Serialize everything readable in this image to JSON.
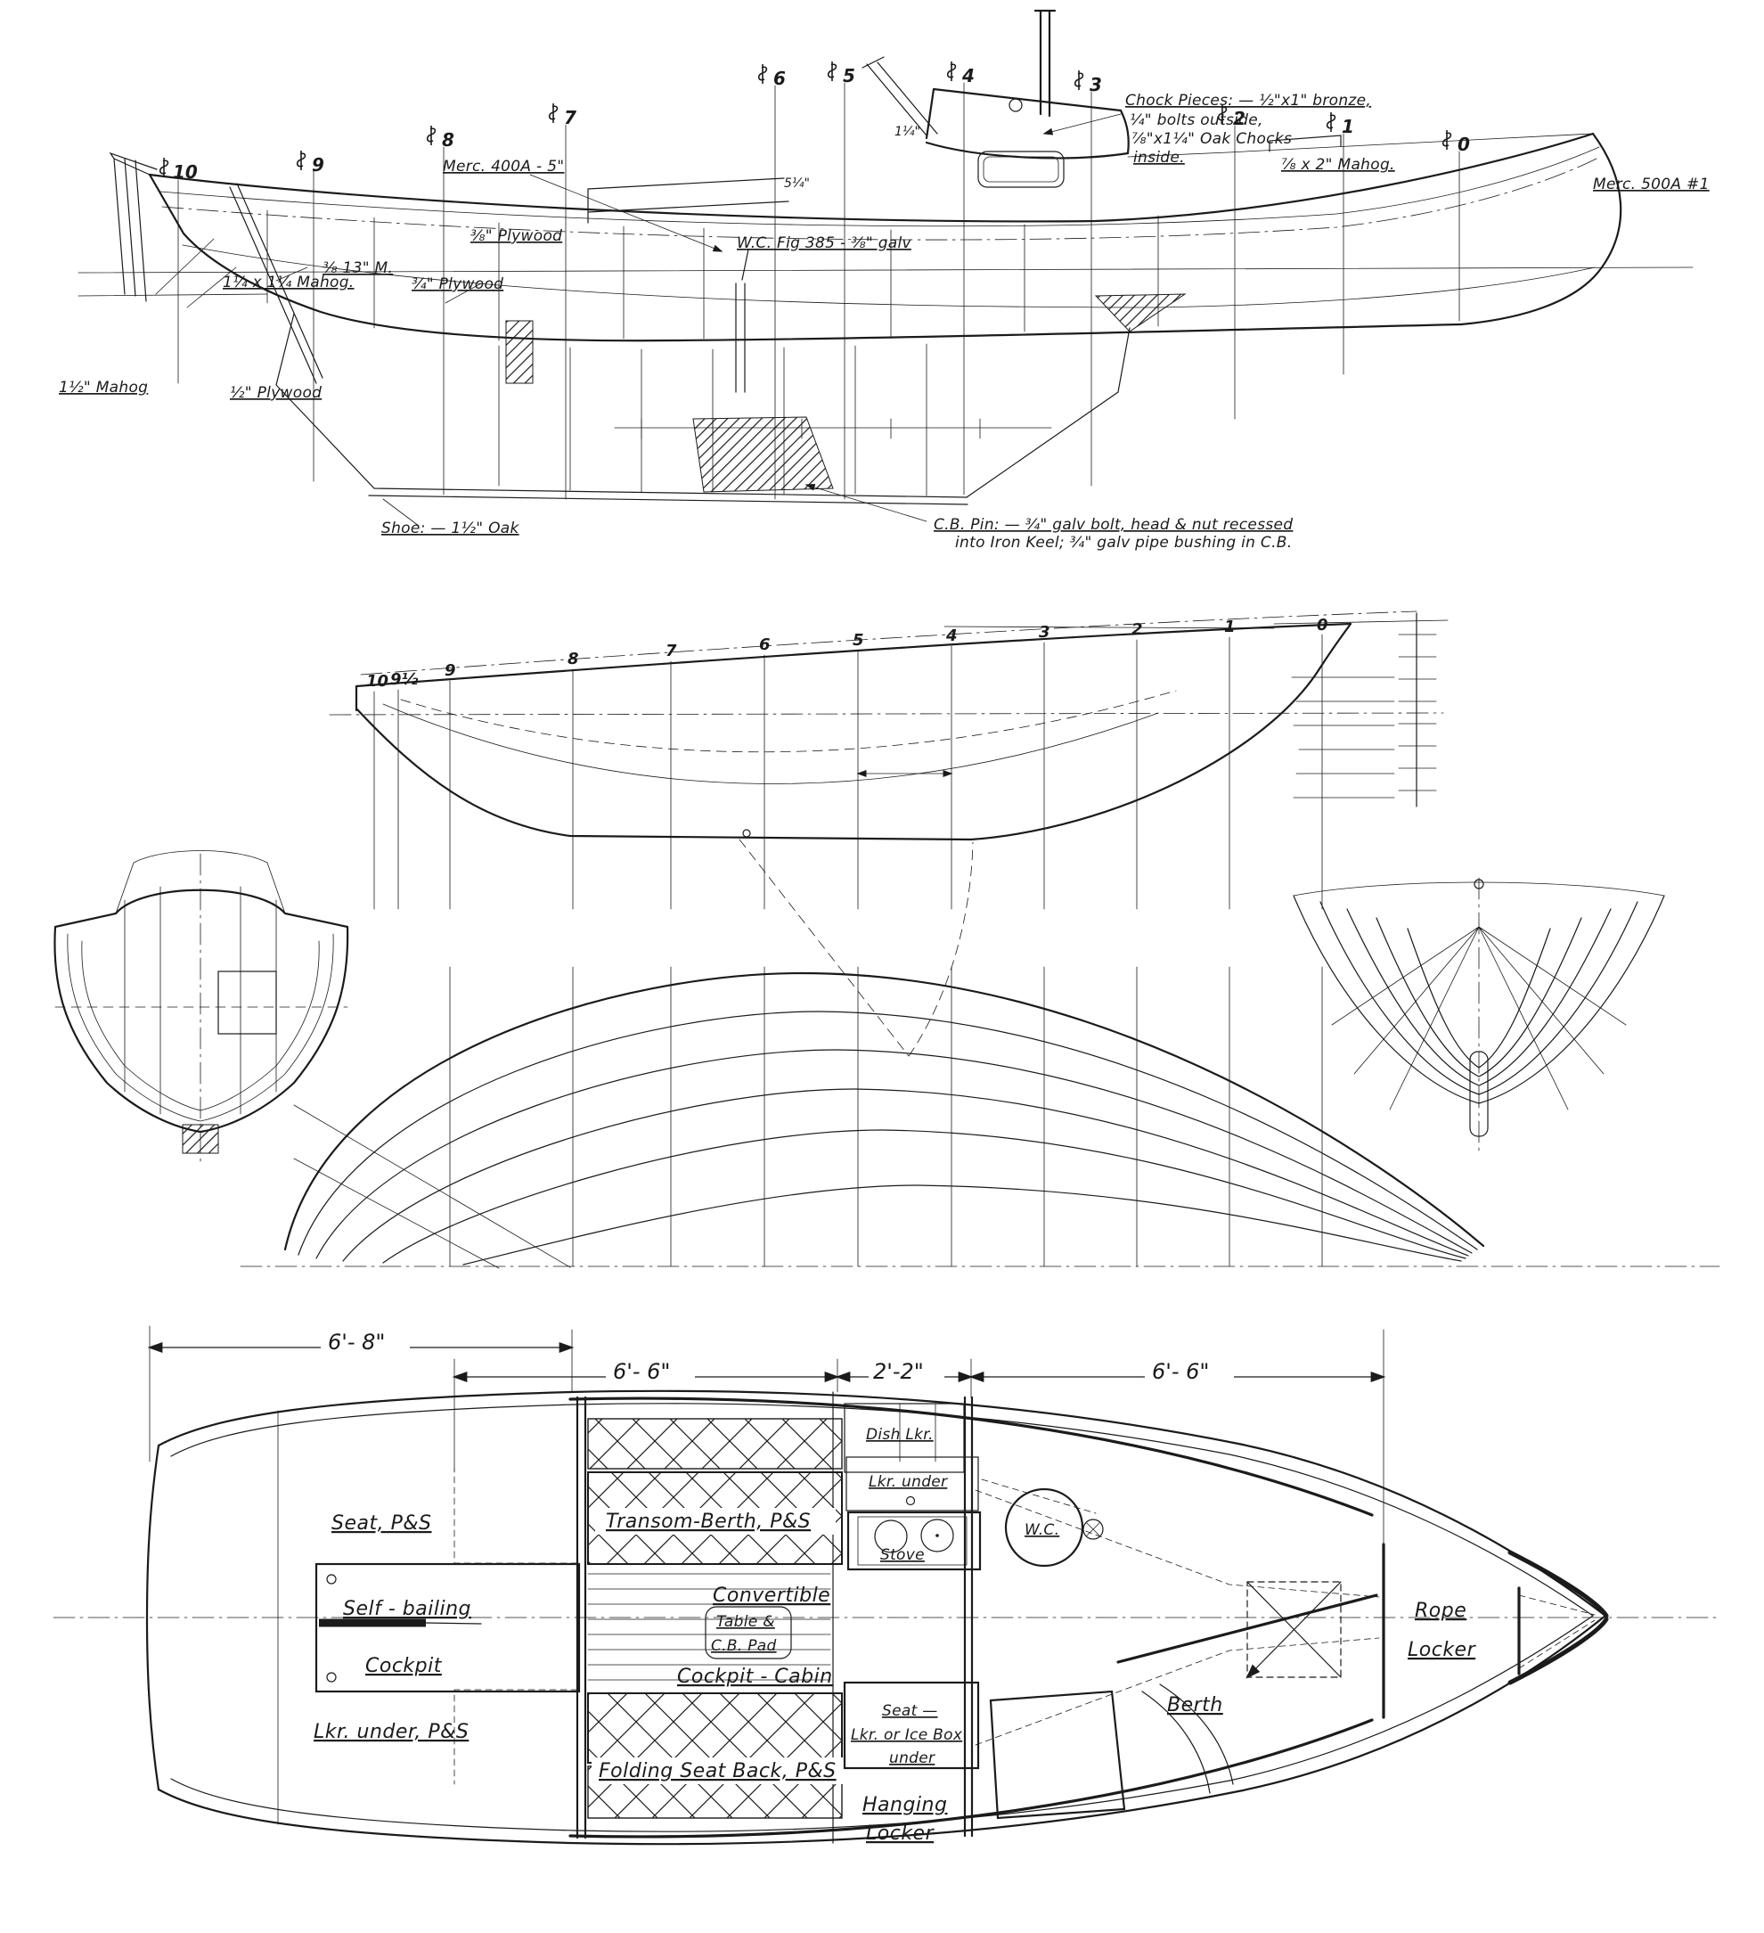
{
  "document": {
    "kind": "boat construction blueprint",
    "paper_color": "#ffffff",
    "ink_color": "#1b1b1b"
  },
  "profile": {
    "stations": [
      {
        "label": "10"
      },
      {
        "label": "9"
      },
      {
        "label": "8"
      },
      {
        "label": "7"
      },
      {
        "label": "6"
      },
      {
        "label": "5"
      },
      {
        "label": "4"
      },
      {
        "label": "3"
      },
      {
        "label": "2"
      },
      {
        "label": "1"
      },
      {
        "label": "0"
      }
    ],
    "notes": {
      "merc400": "Merc. 400A - 5\"",
      "chock1": "Chock Pieces: — ½\"x1\" bronze,",
      "chock2": "¼\" bolts outside,",
      "chock3": "⅞\"x1¼\" Oak Chocks",
      "chock4": "inside.",
      "mahog_1x1": "1¼ x 1¼ Mahog.",
      "m13": "⅜ 13\" M.",
      "ply_38": "⅜\" Plywood",
      "ply_34": "¾\" Plywood",
      "wc_fitting": "W.C. Fig 385 - ⅜\" galv",
      "mahog_78": "⅞ x 2\" Mahog.",
      "merc500": "Merc. 500A #1",
      "mahog_15": "1½\" Mahog",
      "ply_12": "½\" Plywood",
      "shoe": "Shoe: — 1½\" Oak",
      "cb_pin1": "C.B. Pin: — ¾\" galv bolt, head & nut recessed",
      "cb_pin2": "into Iron Keel; ¾\" galv pipe bushing in C.B.",
      "dim_5q": "5¼\"",
      "dim_1q": "1¼\""
    }
  },
  "lines_plan": {
    "stations": [
      {
        "label": "10"
      },
      {
        "label": "9½"
      },
      {
        "label": "9"
      },
      {
        "label": "8"
      },
      {
        "label": "7"
      },
      {
        "label": "6"
      },
      {
        "label": "5"
      },
      {
        "label": "4"
      },
      {
        "label": "3"
      },
      {
        "label": "2"
      },
      {
        "label": "1"
      },
      {
        "label": "0"
      }
    ]
  },
  "arrangement": {
    "dims": [
      {
        "label": "6'- 8\""
      },
      {
        "label": "6'- 6\""
      },
      {
        "label": "2'-2\""
      },
      {
        "label": "6'- 6\""
      }
    ],
    "labels": {
      "seat_ps": "Seat, P&S",
      "self_bailing_1": "Self - bailing",
      "self_bailing_2": "Cockpit",
      "lkr_under_ps": "Lkr. under, P&S",
      "transom_berth": "Transom-Berth, P&S",
      "folding_seat": "Folding Seat Back, P&S",
      "dish_lkr": "Dish Lkr.",
      "lkr_under": "Lkr. under",
      "stove": "Stove",
      "wc": "W.C.",
      "convertible": "Convertible",
      "table": "Table &",
      "cb_pad": "C.B. Pad",
      "cockpit_cabin": "Cockpit - Cabin",
      "seat_1": "Seat —",
      "seat_2": "Lkr. or Ice Box",
      "seat_3": "under",
      "hanging_1": "Hanging",
      "hanging_2": "Locker",
      "berth": "Berth",
      "rope_1": "Rope",
      "rope_2": "Locker"
    }
  }
}
